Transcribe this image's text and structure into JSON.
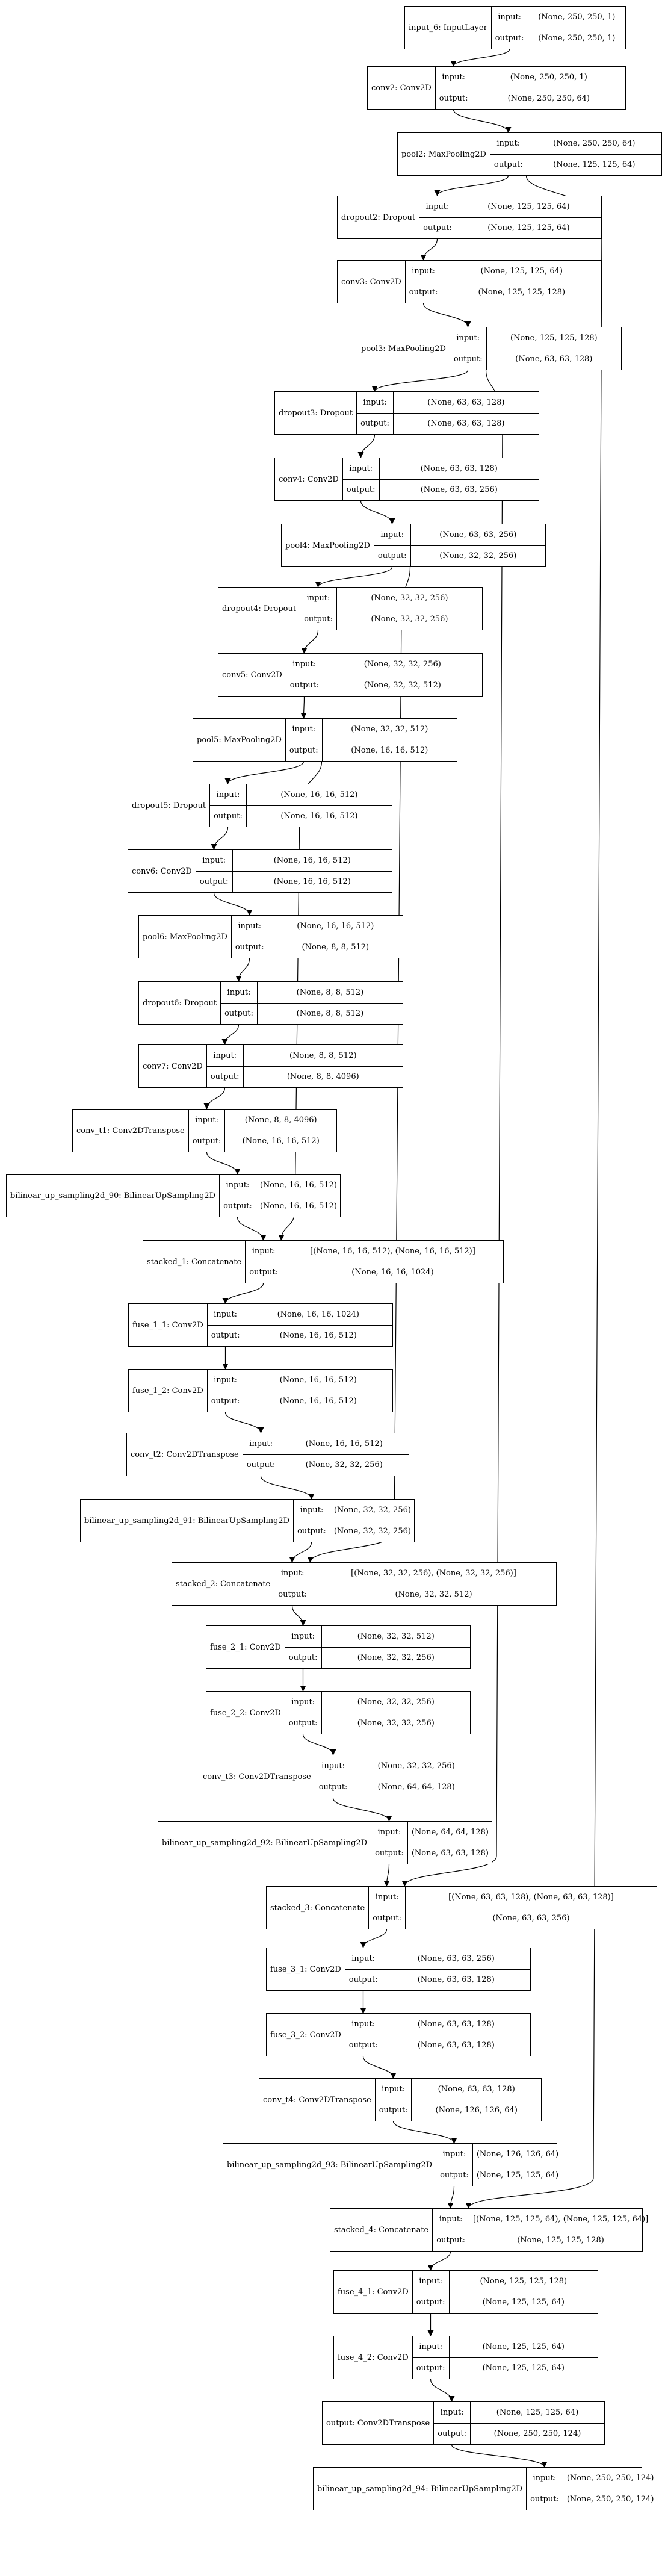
{
  "nodes": [
    {
      "id": "input_6",
      "name": "input_6: InputLayer",
      "port_in": "input:",
      "port_out": "output:",
      "input": "(None, 250, 250, 1)",
      "output": "(None, 250, 250, 1)"
    },
    {
      "id": "conv2",
      "name": "conv2: Conv2D",
      "port_in": "input:",
      "port_out": "output:",
      "input": "(None, 250, 250, 1)",
      "output": "(None, 250, 250, 64)"
    },
    {
      "id": "pool2",
      "name": "pool2: MaxPooling2D",
      "port_in": "input:",
      "port_out": "output:",
      "input": "(None, 250, 250, 64)",
      "output": "(None, 125, 125, 64)"
    },
    {
      "id": "dropout2",
      "name": "dropout2: Dropout",
      "port_in": "input:",
      "port_out": "output:",
      "input": "(None, 125, 125, 64)",
      "output": "(None, 125, 125, 64)"
    },
    {
      "id": "conv3",
      "name": "conv3: Conv2D",
      "port_in": "input:",
      "port_out": "output:",
      "input": "(None, 125, 125, 64)",
      "output": "(None, 125, 125, 128)"
    },
    {
      "id": "pool3",
      "name": "pool3: MaxPooling2D",
      "port_in": "input:",
      "port_out": "output:",
      "input": "(None, 125, 125, 128)",
      "output": "(None, 63, 63, 128)"
    },
    {
      "id": "dropout3",
      "name": "dropout3: Dropout",
      "port_in": "input:",
      "port_out": "output:",
      "input": "(None, 63, 63, 128)",
      "output": "(None, 63, 63, 128)"
    },
    {
      "id": "conv4",
      "name": "conv4: Conv2D",
      "port_in": "input:",
      "port_out": "output:",
      "input": "(None, 63, 63, 128)",
      "output": "(None, 63, 63, 256)"
    },
    {
      "id": "pool4",
      "name": "pool4: MaxPooling2D",
      "port_in": "input:",
      "port_out": "output:",
      "input": "(None, 63, 63, 256)",
      "output": "(None, 32, 32, 256)"
    },
    {
      "id": "dropout4",
      "name": "dropout4: Dropout",
      "port_in": "input:",
      "port_out": "output:",
      "input": "(None, 32, 32, 256)",
      "output": "(None, 32, 32, 256)"
    },
    {
      "id": "conv5",
      "name": "conv5: Conv2D",
      "port_in": "input:",
      "port_out": "output:",
      "input": "(None, 32, 32, 256)",
      "output": "(None, 32, 32, 512)"
    },
    {
      "id": "pool5",
      "name": "pool5: MaxPooling2D",
      "port_in": "input:",
      "port_out": "output:",
      "input": "(None, 32, 32, 512)",
      "output": "(None, 16, 16, 512)"
    },
    {
      "id": "dropout5",
      "name": "dropout5: Dropout",
      "port_in": "input:",
      "port_out": "output:",
      "input": "(None, 16, 16, 512)",
      "output": "(None, 16, 16, 512)"
    },
    {
      "id": "conv6",
      "name": "conv6: Conv2D",
      "port_in": "input:",
      "port_out": "output:",
      "input": "(None, 16, 16, 512)",
      "output": "(None, 16, 16, 512)"
    },
    {
      "id": "pool6",
      "name": "pool6: MaxPooling2D",
      "port_in": "input:",
      "port_out": "output:",
      "input": "(None, 16, 16, 512)",
      "output": "(None, 8, 8, 512)"
    },
    {
      "id": "dropout6",
      "name": "dropout6: Dropout",
      "port_in": "input:",
      "port_out": "output:",
      "input": "(None, 8, 8, 512)",
      "output": "(None, 8, 8, 512)"
    },
    {
      "id": "conv7",
      "name": "conv7: Conv2D",
      "port_in": "input:",
      "port_out": "output:",
      "input": "(None, 8, 8, 512)",
      "output": "(None, 8, 8, 4096)"
    },
    {
      "id": "conv_t1",
      "name": "conv_t1: Conv2DTranspose",
      "port_in": "input:",
      "port_out": "output:",
      "input": "(None, 8, 8, 4096)",
      "output": "(None, 16, 16, 512)"
    },
    {
      "id": "bilinear_90",
      "name": "bilinear_up_sampling2d_90: BilinearUpSampling2D",
      "port_in": "input:",
      "port_out": "output:",
      "input": "(None, 16, 16, 512)",
      "output": "(None, 16, 16, 512)"
    },
    {
      "id": "stacked_1",
      "name": "stacked_1: Concatenate",
      "port_in": "input:",
      "port_out": "output:",
      "input": "[(None, 16, 16, 512), (None, 16, 16, 512)]",
      "output": "(None, 16, 16, 1024)"
    },
    {
      "id": "fuse_1_1",
      "name": "fuse_1_1: Conv2D",
      "port_in": "input:",
      "port_out": "output:",
      "input": "(None, 16, 16, 1024)",
      "output": "(None, 16, 16, 512)"
    },
    {
      "id": "fuse_1_2",
      "name": "fuse_1_2: Conv2D",
      "port_in": "input:",
      "port_out": "output:",
      "input": "(None, 16, 16, 512)",
      "output": "(None, 16, 16, 512)"
    },
    {
      "id": "conv_t2",
      "name": "conv_t2: Conv2DTranspose",
      "port_in": "input:",
      "port_out": "output:",
      "input": "(None, 16, 16, 512)",
      "output": "(None, 32, 32, 256)"
    },
    {
      "id": "bilinear_91",
      "name": "bilinear_up_sampling2d_91: BilinearUpSampling2D",
      "port_in": "input:",
      "port_out": "output:",
      "input": "(None, 32, 32, 256)",
      "output": "(None, 32, 32, 256)"
    },
    {
      "id": "stacked_2",
      "name": "stacked_2: Concatenate",
      "port_in": "input:",
      "port_out": "output:",
      "input": "[(None, 32, 32, 256), (None, 32, 32, 256)]",
      "output": "(None, 32, 32, 512)"
    },
    {
      "id": "fuse_2_1",
      "name": "fuse_2_1: Conv2D",
      "port_in": "input:",
      "port_out": "output:",
      "input": "(None, 32, 32, 512)",
      "output": "(None, 32, 32, 256)"
    },
    {
      "id": "fuse_2_2",
      "name": "fuse_2_2: Conv2D",
      "port_in": "input:",
      "port_out": "output:",
      "input": "(None, 32, 32, 256)",
      "output": "(None, 32, 32, 256)"
    },
    {
      "id": "conv_t3",
      "name": "conv_t3: Conv2DTranspose",
      "port_in": "input:",
      "port_out": "output:",
      "input": "(None, 32, 32, 256)",
      "output": "(None, 64, 64, 128)"
    },
    {
      "id": "bilinear_92",
      "name": "bilinear_up_sampling2d_92: BilinearUpSampling2D",
      "port_in": "input:",
      "port_out": "output:",
      "input": "(None, 64, 64, 128)",
      "output": "(None, 63, 63, 128)"
    },
    {
      "id": "stacked_3",
      "name": "stacked_3: Concatenate",
      "port_in": "input:",
      "port_out": "output:",
      "input": "[(None, 63, 63, 128), (None, 63, 63, 128)]",
      "output": "(None, 63, 63, 256)"
    },
    {
      "id": "fuse_3_1",
      "name": "fuse_3_1: Conv2D",
      "port_in": "input:",
      "port_out": "output:",
      "input": "(None, 63, 63, 256)",
      "output": "(None, 63, 63, 128)"
    },
    {
      "id": "fuse_3_2",
      "name": "fuse_3_2: Conv2D",
      "port_in": "input:",
      "port_out": "output:",
      "input": "(None, 63, 63, 128)",
      "output": "(None, 63, 63, 128)"
    },
    {
      "id": "conv_t4",
      "name": "conv_t4: Conv2DTranspose",
      "port_in": "input:",
      "port_out": "output:",
      "input": "(None, 63, 63, 128)",
      "output": "(None, 126, 126, 64)"
    },
    {
      "id": "bilinear_93",
      "name": "bilinear_up_sampling2d_93: BilinearUpSampling2D",
      "port_in": "input:",
      "port_out": "output:",
      "input": "(None, 126, 126, 64)",
      "output": "(None, 125, 125, 64)"
    },
    {
      "id": "stacked_4",
      "name": "stacked_4: Concatenate",
      "port_in": "input:",
      "port_out": "output:",
      "input": "[(None, 125, 125, 64), (None, 125, 125, 64)]",
      "output": "(None, 125, 125, 128)"
    },
    {
      "id": "fuse_4_1",
      "name": "fuse_4_1: Conv2D",
      "port_in": "input:",
      "port_out": "output:",
      "input": "(None, 125, 125, 128)",
      "output": "(None, 125, 125, 64)"
    },
    {
      "id": "fuse_4_2",
      "name": "fuse_4_2: Conv2D",
      "port_in": "input:",
      "port_out": "output:",
      "input": "(None, 125, 125, 64)",
      "output": "(None, 125, 125, 64)"
    },
    {
      "id": "output",
      "name": "output: Conv2DTranspose",
      "port_in": "input:",
      "port_out": "output:",
      "input": "(None, 125, 125, 64)",
      "output": "(None, 250, 250, 124)"
    },
    {
      "id": "bilinear_94",
      "name": "bilinear_up_sampling2d_94: BilinearUpSampling2D",
      "port_in": "input:",
      "port_out": "output:",
      "input": "(None, 250, 250, 124)",
      "output": "(None, 250, 250, 124)"
    }
  ],
  "edges": [
    [
      "input_6",
      "conv2"
    ],
    [
      "conv2",
      "pool2"
    ],
    [
      "pool2",
      "dropout2"
    ],
    [
      "dropout2",
      "conv3"
    ],
    [
      "conv3",
      "pool3"
    ],
    [
      "pool3",
      "dropout3"
    ],
    [
      "dropout3",
      "conv4"
    ],
    [
      "conv4",
      "pool4"
    ],
    [
      "pool4",
      "dropout4"
    ],
    [
      "dropout4",
      "conv5"
    ],
    [
      "conv5",
      "pool5"
    ],
    [
      "pool5",
      "dropout5"
    ],
    [
      "dropout5",
      "conv6"
    ],
    [
      "conv6",
      "pool6"
    ],
    [
      "pool6",
      "dropout6"
    ],
    [
      "dropout6",
      "conv7"
    ],
    [
      "conv7",
      "conv_t1"
    ],
    [
      "conv_t1",
      "bilinear_90"
    ],
    [
      "bilinear_90",
      "stacked_1"
    ],
    [
      "stacked_1",
      "fuse_1_1"
    ],
    [
      "fuse_1_1",
      "fuse_1_2"
    ],
    [
      "fuse_1_2",
      "conv_t2"
    ],
    [
      "conv_t2",
      "bilinear_91"
    ],
    [
      "bilinear_91",
      "stacked_2"
    ],
    [
      "stacked_2",
      "fuse_2_1"
    ],
    [
      "fuse_2_1",
      "fuse_2_2"
    ],
    [
      "fuse_2_2",
      "conv_t3"
    ],
    [
      "conv_t3",
      "bilinear_92"
    ],
    [
      "bilinear_92",
      "stacked_3"
    ],
    [
      "stacked_3",
      "fuse_3_1"
    ],
    [
      "fuse_3_1",
      "fuse_3_2"
    ],
    [
      "fuse_3_2",
      "conv_t4"
    ],
    [
      "conv_t4",
      "bilinear_93"
    ],
    [
      "bilinear_93",
      "stacked_4"
    ],
    [
      "stacked_4",
      "fuse_4_1"
    ],
    [
      "fuse_4_1",
      "fuse_4_2"
    ],
    [
      "fuse_4_2",
      "output"
    ],
    [
      "output",
      "bilinear_94"
    ],
    [
      "pool5",
      "stacked_1"
    ],
    [
      "pool4",
      "stacked_2"
    ],
    [
      "pool3",
      "stacked_3"
    ],
    [
      "pool2",
      "stacked_4"
    ]
  ]
}
